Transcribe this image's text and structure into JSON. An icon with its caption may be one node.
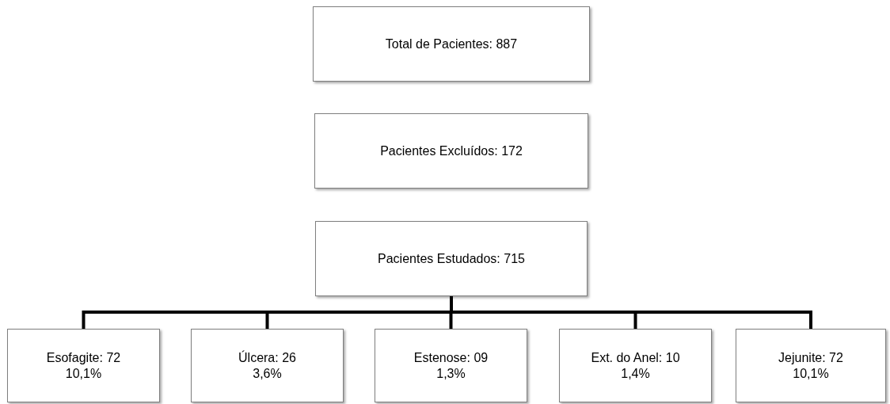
{
  "diagram": {
    "nodes": [
      {
        "text": [
          "Total de Pacientes: 887"
        ]
      },
      {
        "text": [
          "Pacientes Excluídos: 172"
        ]
      },
      {
        "text": [
          "Pacientes Estudados: 715"
        ]
      },
      {
        "text": [
          "Esofagite: 72",
          "10,1%"
        ]
      },
      {
        "text": [
          "Úlcera: 26",
          "3,6%"
        ]
      },
      {
        "text": [
          "Estenose: 09",
          "1,3%"
        ]
      },
      {
        "text": [
          "Ext. do Anel: 10",
          "1,4%"
        ]
      },
      {
        "text": [
          "Jejunite: 72",
          "10,1%"
        ]
      }
    ],
    "edges": [
      {
        "from": 2,
        "to": 3,
        "arrow": "none"
      },
      {
        "from": 2,
        "to": 4,
        "arrow": "none"
      },
      {
        "from": 2,
        "to": 5,
        "arrow": "none"
      },
      {
        "from": 2,
        "to": 6,
        "arrow": "none"
      },
      {
        "from": 2,
        "to": 7,
        "arrow": "none"
      }
    ]
  }
}
